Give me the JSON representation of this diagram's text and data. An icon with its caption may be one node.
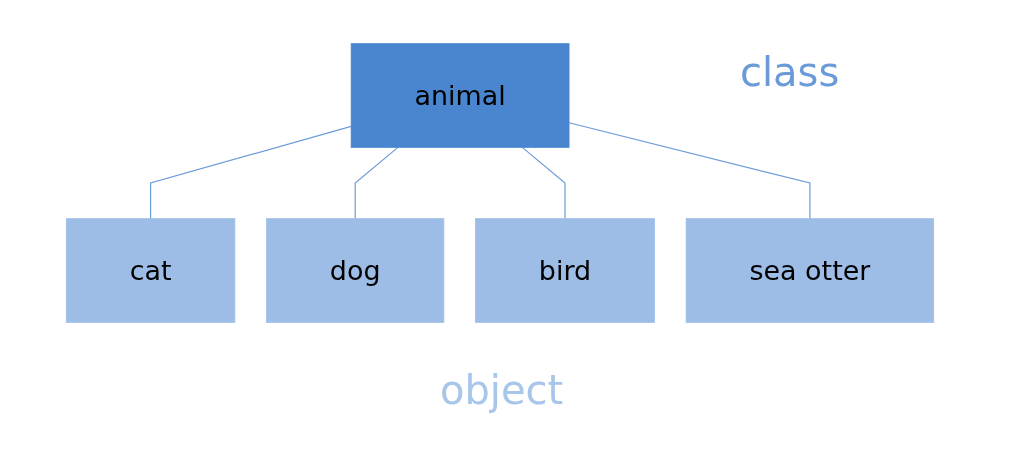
{
  "diagram": {
    "nodes": [
      {
        "text": [
          "animal"
        ]
      },
      {
        "text": [
          "cat"
        ]
      },
      {
        "text": [
          "dog"
        ]
      },
      {
        "text": [
          "bird"
        ]
      },
      {
        "text": [
          "sea otter"
        ]
      }
    ],
    "edges": [
      {
        "from": 0,
        "to": 1,
        "arrow": "none"
      },
      {
        "from": 0,
        "to": 2,
        "arrow": "none"
      },
      {
        "from": 0,
        "to": 3,
        "arrow": "none"
      },
      {
        "from": 0,
        "to": 4,
        "arrow": "none"
      }
    ],
    "labels": [
      "class",
      "object"
    ]
  }
}
